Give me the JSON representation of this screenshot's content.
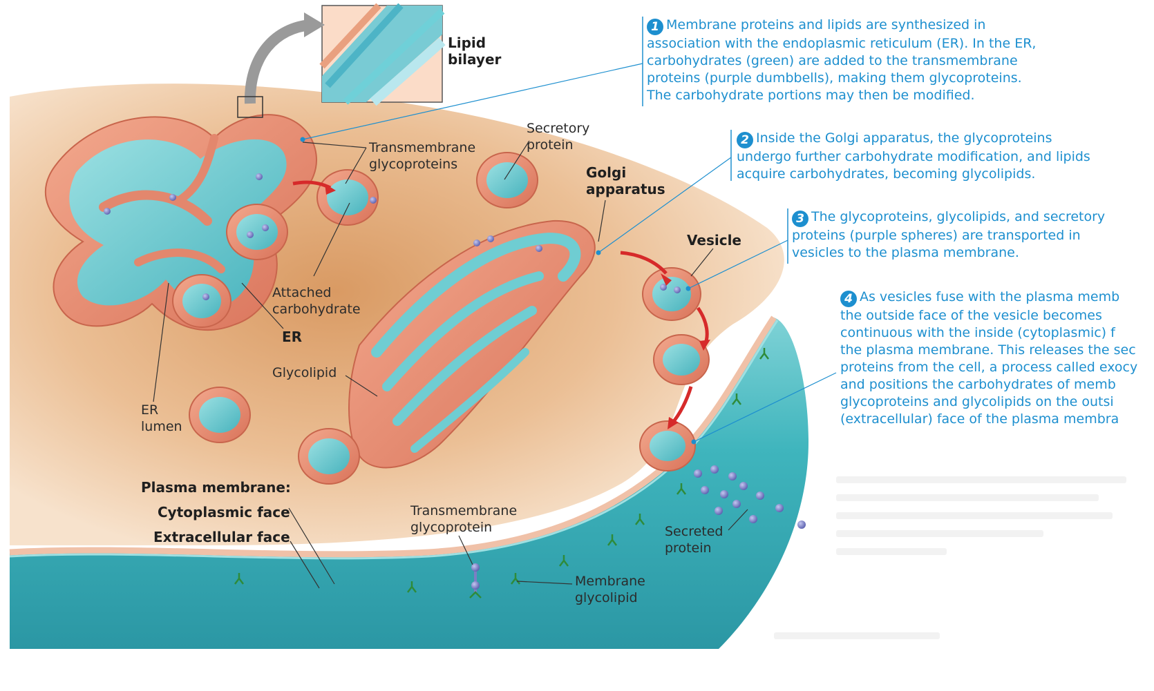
{
  "labels": {
    "lipid_bilayer": [
      "Lipid",
      "bilayer"
    ],
    "transmembrane_glycoproteins": [
      "Transmembrane",
      "glycoproteins"
    ],
    "secretory_protein": [
      "Secretory",
      "protein"
    ],
    "golgi_apparatus": [
      "Golgi",
      "apparatus"
    ],
    "vesicle": "Vesicle",
    "attached_carbohydrate": [
      "Attached",
      "carbohydrate"
    ],
    "er": "ER",
    "glycolipid": "Glycolipid",
    "er_lumen": [
      "ER",
      "lumen"
    ],
    "plasma_membrane": "Plasma membrane:",
    "cytoplasmic_face": "Cytoplasmic face",
    "extracellular_face": "Extracellular face",
    "transmembrane_glycoprotein": [
      "Transmembrane",
      "glycoprotein"
    ],
    "secreted_protein": [
      "Secreted",
      "protein"
    ],
    "membrane_glycolipid": [
      "Membrane",
      "glycolipid"
    ]
  },
  "steps": [
    {
      "number": "1",
      "lines": [
        "Membrane proteins and lipids are synthesized in",
        "association with the endoplasmic reticulum (ER). In the ER,",
        "carbohydrates (green) are added to the transmembrane",
        "proteins (purple dumbbells), making them glycoproteins.",
        "The carbohydrate portions may then be modified."
      ]
    },
    {
      "number": "2",
      "lines": [
        "Inside the Golgi apparatus, the glycoproteins",
        "undergo further carbohydrate modification, and lipids",
        "acquire carbohydrates, becoming glycolipids."
      ]
    },
    {
      "number": "3",
      "lines": [
        "The glycoproteins, glycolipids, and secretory",
        "proteins (purple spheres) are transported in",
        "vesicles to the plasma membrane."
      ]
    },
    {
      "number": "4",
      "lines": [
        "As vesicles fuse with the plasma memb",
        "the outside face of the vesicle becomes",
        "continuous with the inside (cytoplasmic) f",
        "the plasma membrane. This releases the sec",
        "proteins from the cell, a process called exocy",
        "and positions the carbohydrates of memb",
        "glycoproteins and glycolipids on the outsi",
        "(extracellular) face of the plasma membra"
      ]
    }
  ],
  "colors": {
    "cytoplasm": "#e8b58a",
    "er_membrane": "#e3876d",
    "lumen": "#5ec6cc",
    "extracellular": "#3fb5bd",
    "protein": "#7b7fc4",
    "carbohydrate": "#2e8b3a",
    "arrow": "#d62a2a",
    "callout": "#1d8fcf"
  }
}
